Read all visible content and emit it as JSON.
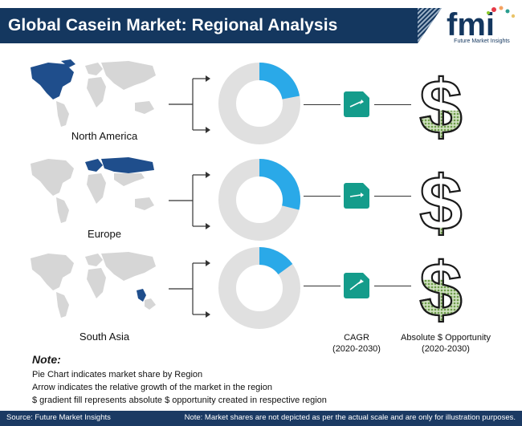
{
  "header": {
    "title": "Global Casein Market: Regional Analysis",
    "logo_text": "fmi",
    "logo_subtitle": "Future Market Insights"
  },
  "chart_data": {
    "type": "pie",
    "series_description": "market share by region",
    "regions": [
      {
        "label": "North America",
        "share": 0.22
      },
      {
        "label": "Europe",
        "share": 0.29
      },
      {
        "label": "South Asia",
        "share": 0.15
      }
    ],
    "dollar_fill": [
      0.42,
      0.12,
      0.62
    ]
  },
  "columns": {
    "cagr": "CAGR",
    "cagr_period": "(2020-2030)",
    "opportunity": "Absolute $ Opportunity",
    "opportunity_period": "(2020-2030)"
  },
  "note": {
    "title": "Note:",
    "lines": [
      "Pie Chart indicates market share by Region",
      "Arrow indicates the relative growth of the market in the region",
      "$ gradient fill represents absolute $ opportunity created in respective region"
    ]
  },
  "footer": {
    "source": "Source: Future Market Insights",
    "disclaimer": "Note: Market shares are not depicted as per the actual scale and are only for illustration purposes."
  },
  "colors": {
    "navy": "#14375f",
    "teal": "#149c8b",
    "donut_accent": "#2aa9e8",
    "donut_base": "#e0e0e0",
    "map_highlight": "#1f4e8c",
    "map_base": "#d6d6d6",
    "dollar_fill": "#6e9e4a"
  }
}
